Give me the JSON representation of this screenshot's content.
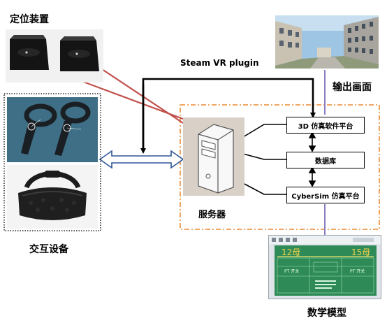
{
  "labels": {
    "positioning": "定位装置",
    "steamvr": "Steam VR plugin",
    "output": "输出画面",
    "server": "服务器",
    "interaction": "交互设备",
    "math_model": "数学模型"
  },
  "platform_boxes": {
    "sim3d": "3D 仿真软件平台",
    "database": "数据库",
    "cybersim": "CyberSim 仿真平台"
  },
  "model_screen": {
    "left_tag": "12母",
    "right_tag": "15母",
    "cell_left": "PT 开关",
    "cell_right": "PT 开关"
  },
  "colors": {
    "dashed_frame": "#ee9a4d",
    "red_lines": "#c0504d",
    "purple_lines": "#8e7cc3",
    "double_arrow": "#2f5597"
  }
}
